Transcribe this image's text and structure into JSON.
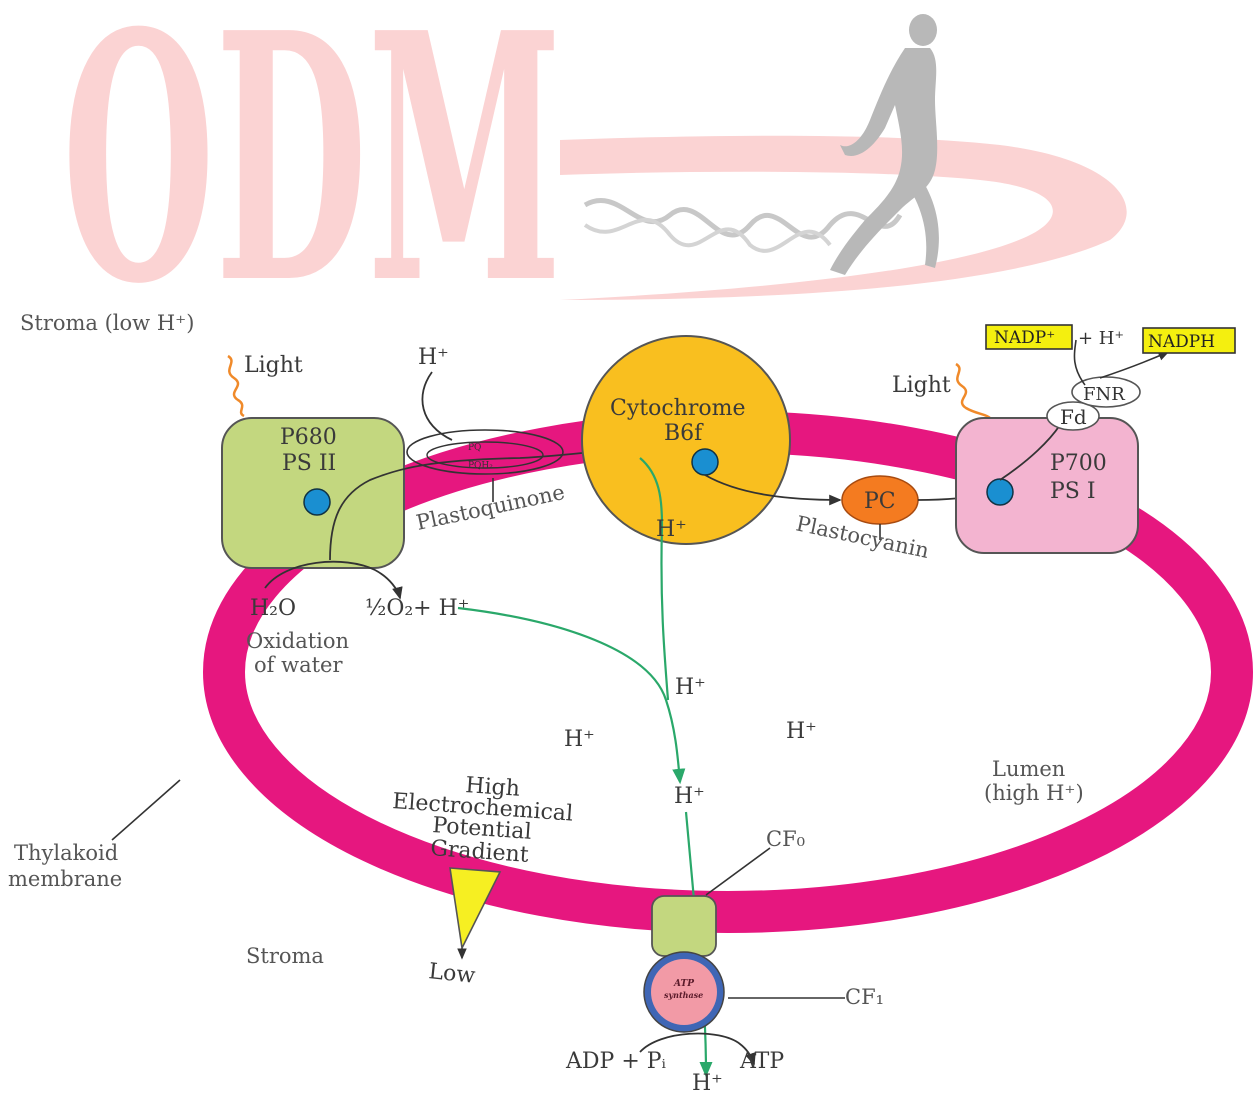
{
  "watermark": {
    "logo_text": "ODM",
    "color_logo": "#fbd3d3",
    "color_figure": "#b8b8b8"
  },
  "labels": {
    "stroma_low": "Stroma (low H⁺)",
    "light_left": "Light",
    "light_right": "Light",
    "h_plus": "H⁺",
    "p680_line1": "P680",
    "p680_line2": "PS II",
    "cyt_line1": "Cytochrome",
    "cyt_line2": "B6f",
    "p700_line1": "P700",
    "p700_line2": "PS I",
    "pq": "PQ",
    "pqh2": "PQH₂",
    "plastoquinone": "Plastoquinone",
    "pc": "PC",
    "plastocyanin": "Plastocyanin",
    "fnr": "FNR",
    "fd": "Fd",
    "nadp": "NADP⁺",
    "plus_h": "+ H⁺",
    "nadph": "NADPH",
    "h2o": "H₂O",
    "oxygen": "½O₂+ H⁺",
    "oxidation_line1": "Oxidation",
    "oxidation_line2": "of water",
    "lumen_line1": "Lumen",
    "lumen_line2": "(high H⁺)",
    "gradient_line1": "High",
    "gradient_line2": "Electrochemical",
    "gradient_line3": "Potential",
    "gradient_line4": "Gradient",
    "low": "Low",
    "thylakoid_line1": "Thylakoid",
    "thylakoid_line2": "membrane",
    "stroma": "Stroma",
    "cf0": "CF₀",
    "cf1": "CF₁",
    "atp_synthase_line1": "ATP",
    "atp_synthase_line2": "synthase",
    "adp": "ADP + Pᵢ",
    "atp": "ATP"
  },
  "colors": {
    "membrane": "#e6177f",
    "psii": "#c3d77f",
    "cytochrome": "#f9bf1f",
    "psi": "#f3b4d0",
    "pc": "#f47b20",
    "carrier_dot": "#1a8fd1",
    "proton_path": "#2aa86a",
    "nadp_box": "#f4ef0f",
    "cf": "#c3d77f",
    "atp_synthase": "#f29aa6",
    "atp_ring": "#3f66b5",
    "gradient_triangle": "#f6ef22"
  }
}
